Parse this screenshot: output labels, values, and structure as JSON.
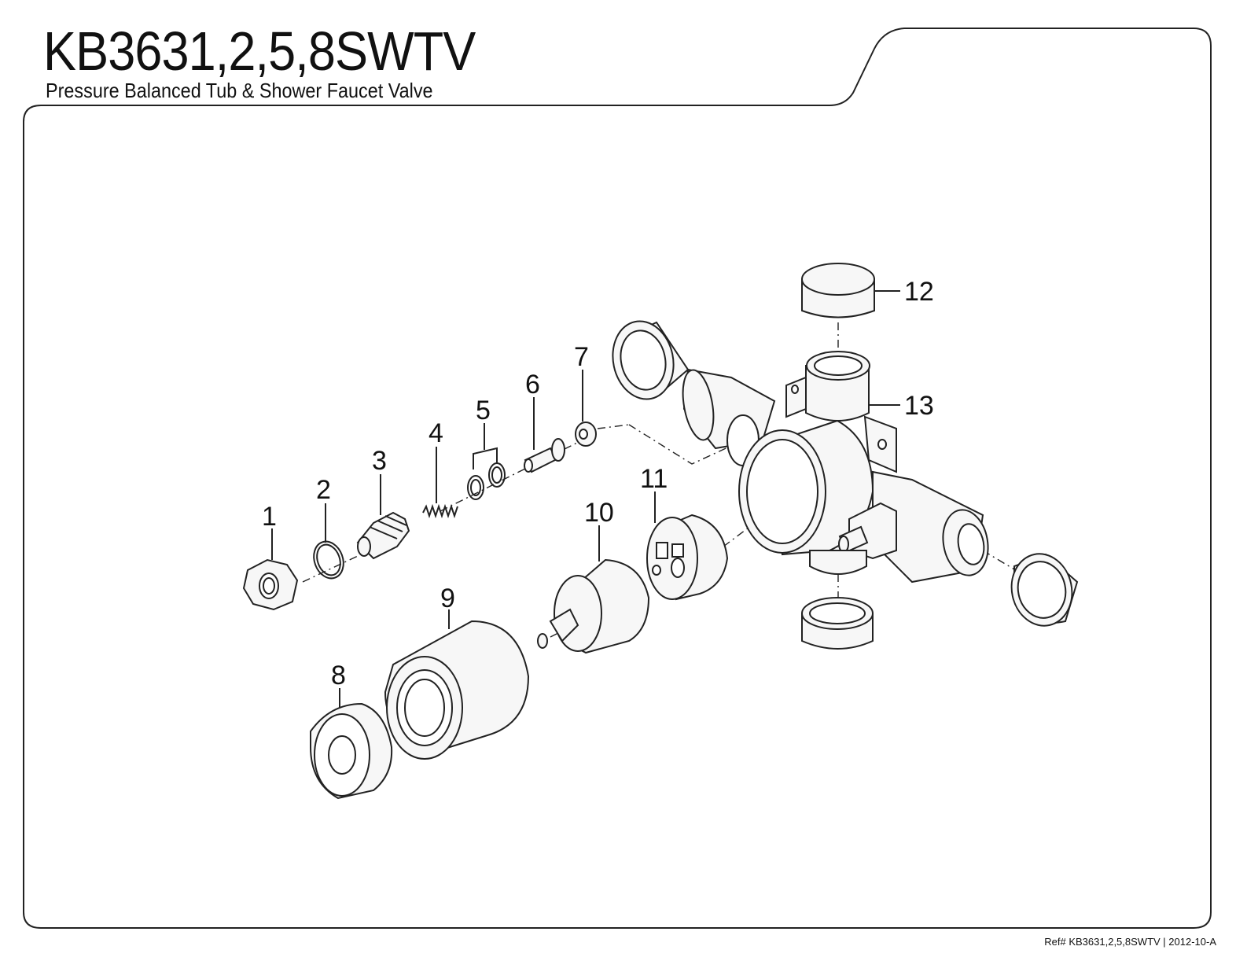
{
  "header": {
    "title": "KB3631,2,5,8SWTV",
    "subtitle": "Pressure Balanced Tub & Shower Faucet Valve"
  },
  "footer": {
    "ref": "Ref# KB3631,2,5,8SWTV | 2012-10-A"
  },
  "callouts": [
    "1",
    "2",
    "3",
    "4",
    "5",
    "6",
    "7",
    "8",
    "9",
    "10",
    "11",
    "12",
    "13"
  ]
}
